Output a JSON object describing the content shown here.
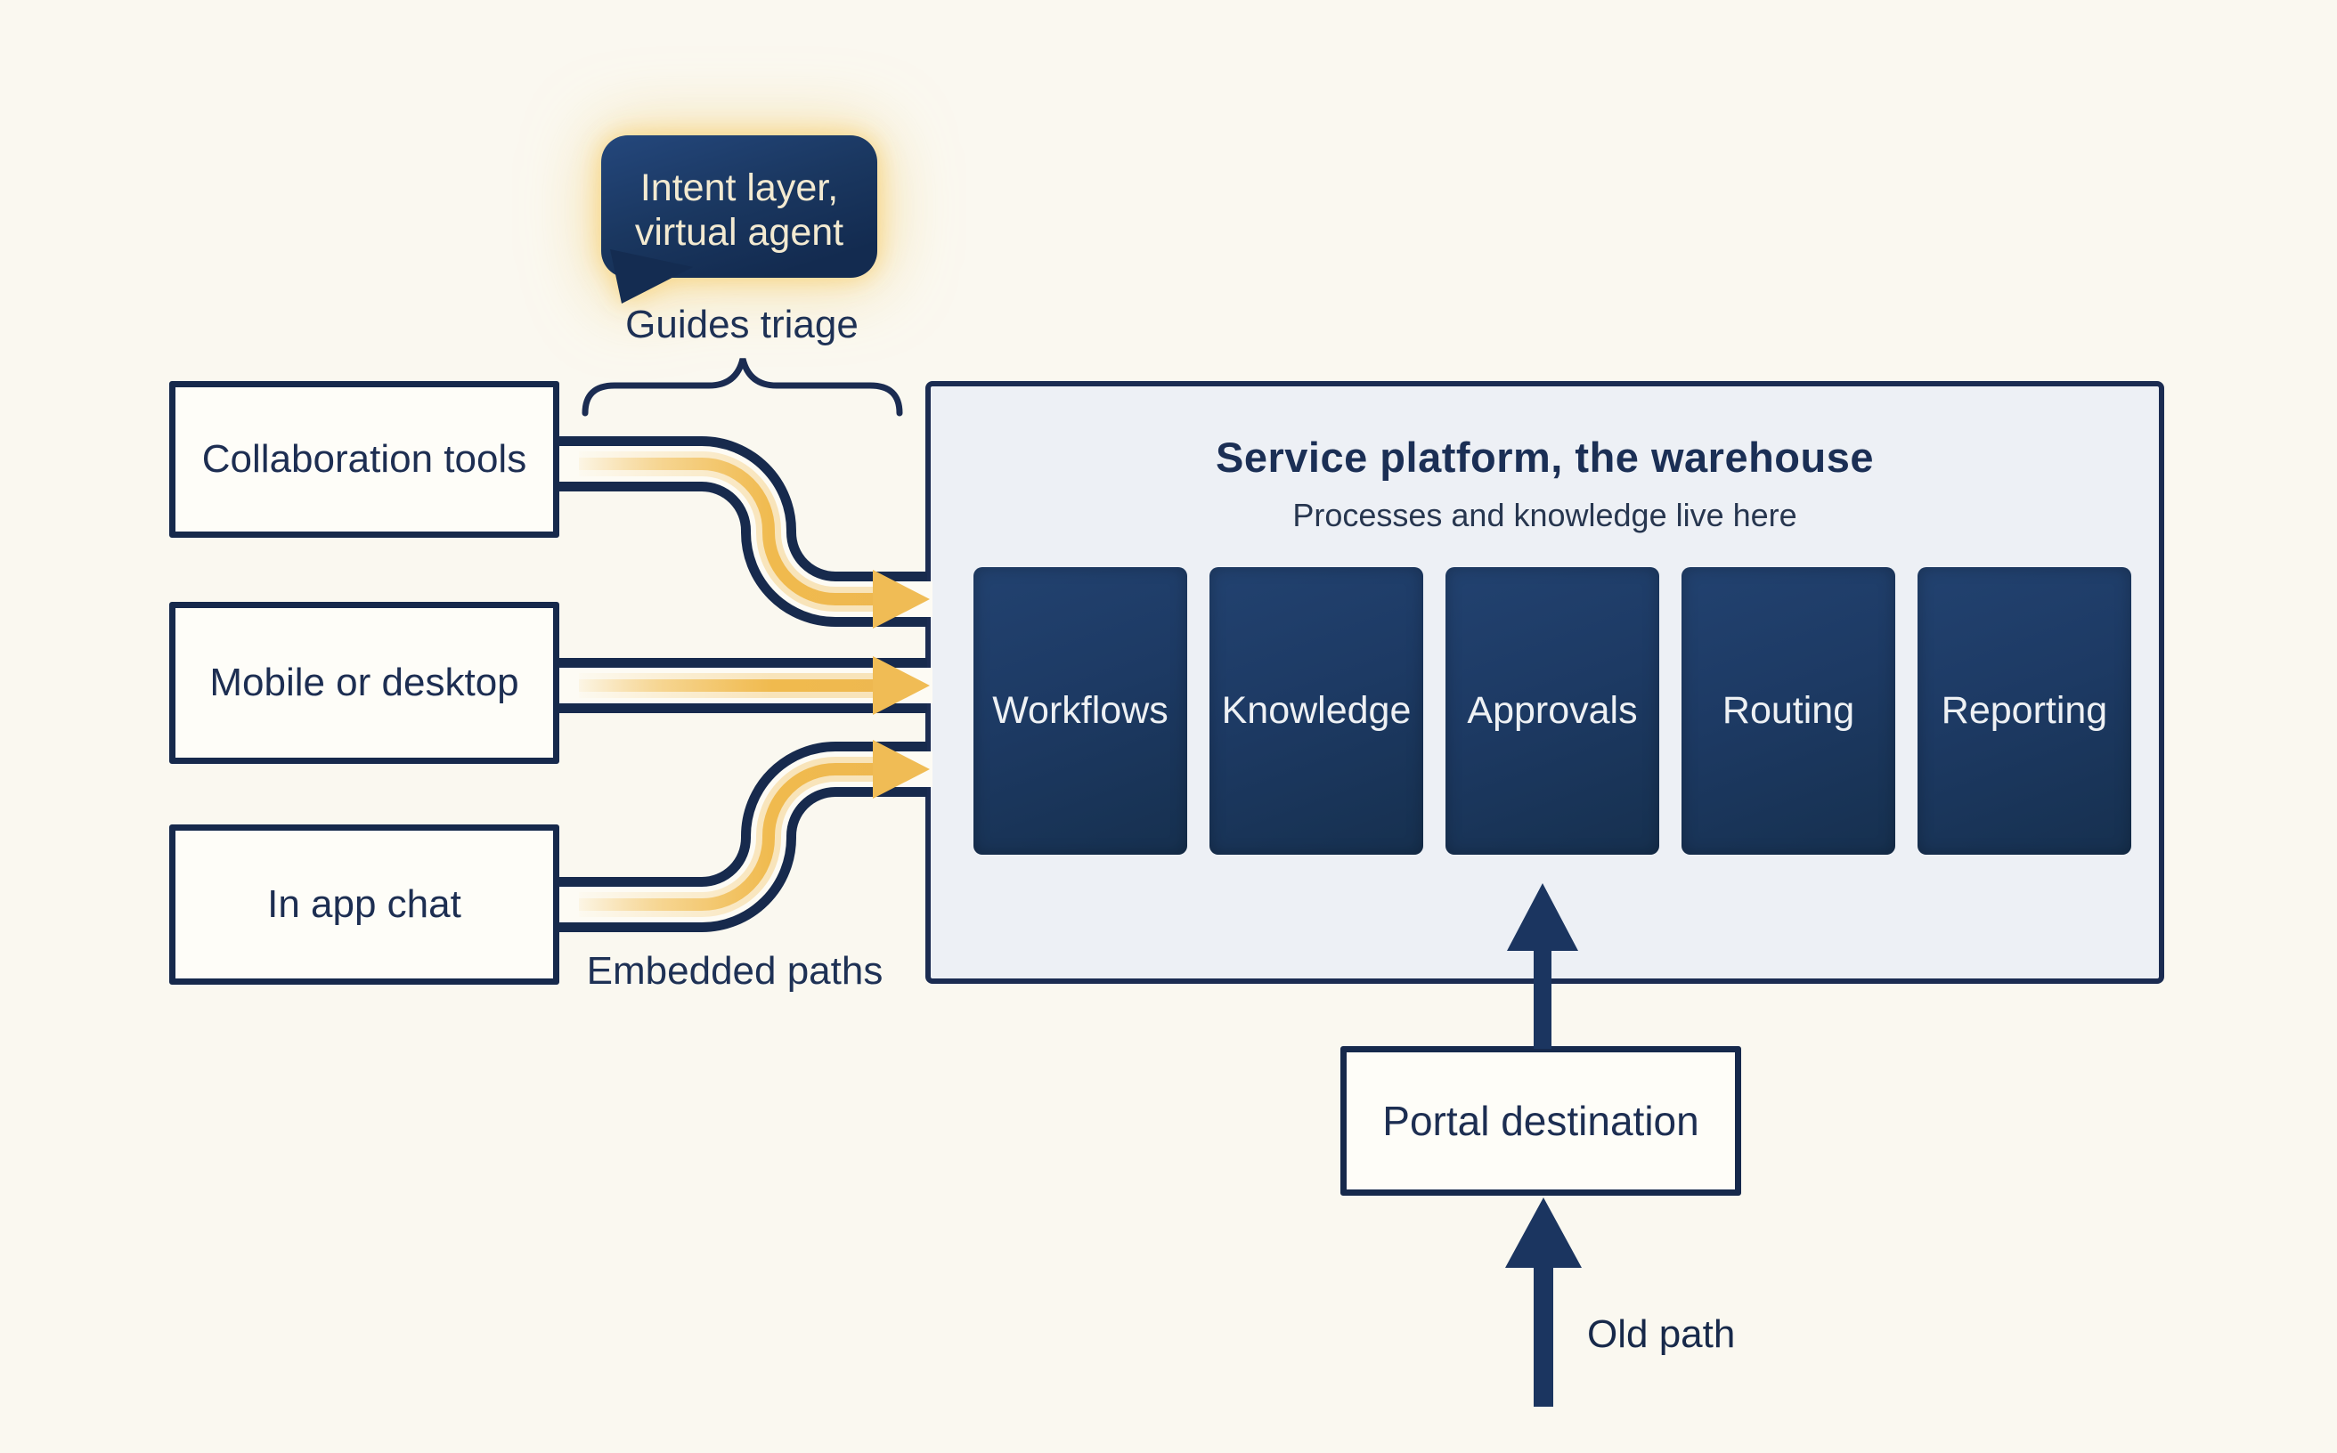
{
  "figure": {
    "bubble": {
      "text_line1": "Intent layer,",
      "text_line2": "virtual agent"
    },
    "guides_caption": "Guides triage",
    "sources": [
      {
        "label": "Collaboration tools"
      },
      {
        "label": "Mobile or desktop"
      },
      {
        "label": "In app chat"
      }
    ],
    "embedded_caption": "Embedded paths",
    "platform": {
      "title": "Service platform, the warehouse",
      "subtitle": "Processes and knowledge live here",
      "modules": [
        {
          "label": "Workflows"
        },
        {
          "label": "Knowledge"
        },
        {
          "label": "Approvals"
        },
        {
          "label": "Routing"
        },
        {
          "label": "Reporting"
        }
      ]
    },
    "portal": {
      "label": "Portal destination"
    },
    "old_path_caption": "Old path",
    "colors": {
      "background": "#faf8f0",
      "navy_line": "#172a4d",
      "module_fill": "#1d3a64",
      "platform_fill": "#edf0f5",
      "gold": "#f0bc55",
      "bubble_fill": "#183359",
      "bubble_text": "#f3ead1",
      "card_fill": "#fefdf8"
    }
  }
}
